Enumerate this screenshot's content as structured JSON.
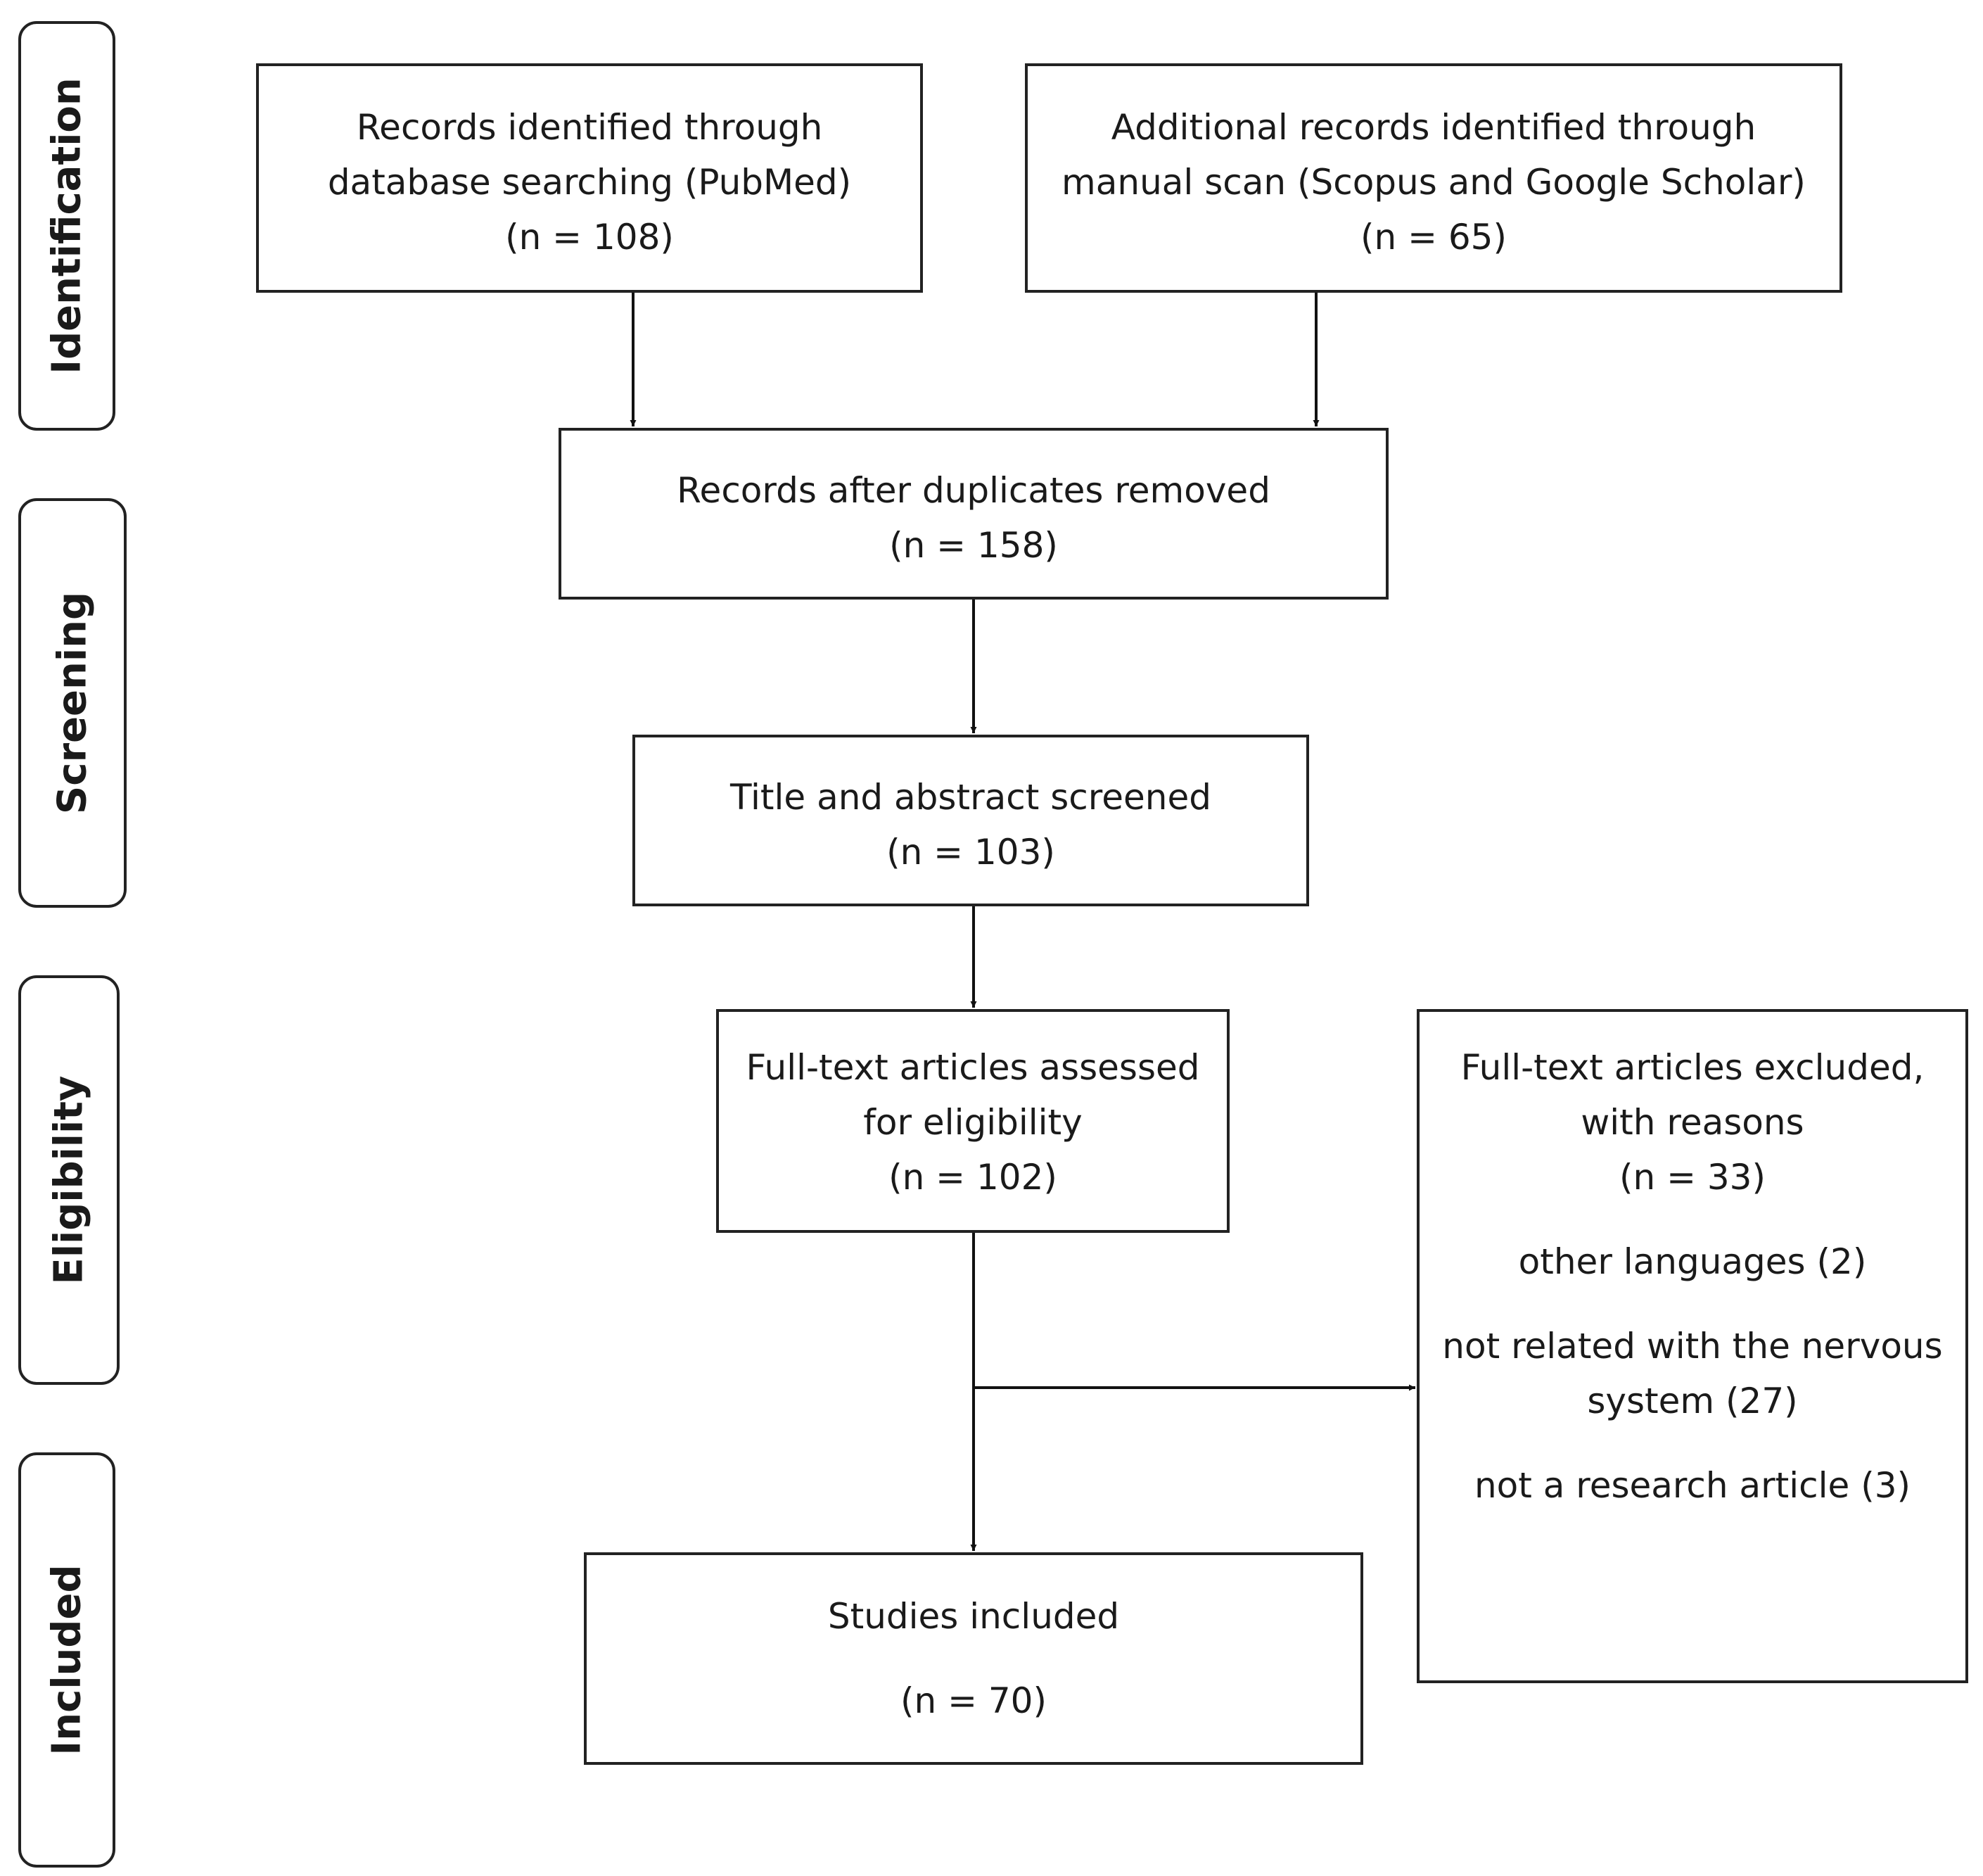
{
  "phases": {
    "identification": "Identification",
    "screening": "Screening",
    "eligibility": "Eligibility",
    "included": "Included"
  },
  "boxes": {
    "pubmed": [
      "Records identified through",
      "database searching (PubMed)",
      "(n = 108)"
    ],
    "additional": [
      "Additional records identified through",
      "manual scan (Scopus and Google Scholar)",
      "(n = 65)"
    ],
    "deduplicated": [
      "Records after duplicates removed",
      "(n = 158)"
    ],
    "screened": [
      "Title and abstract screened",
      "(n = 103)"
    ],
    "fulltext": [
      "Full-text articles assessed",
      "for eligibility",
      "(n = 102)"
    ],
    "excluded": {
      "header": [
        "Full-text articles excluded,",
        "with reasons",
        "(n = 33)"
      ],
      "reasons": [
        "other languages (2)",
        "not related with the nervous",
        "system (27)",
        "not a research article (3)"
      ]
    },
    "included": [
      "Studies included",
      "(n = 70)"
    ]
  }
}
